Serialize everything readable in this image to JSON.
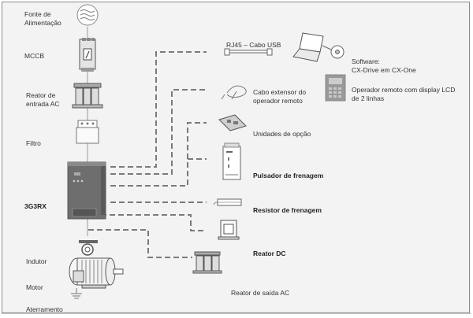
{
  "diagram": {
    "left_chain": [
      {
        "id": "power",
        "label": "Fonte de\nAlimentação",
        "icon": "ac-source-icon"
      },
      {
        "id": "mccb",
        "label": "MCCB",
        "icon": "circuit-breaker-icon"
      },
      {
        "id": "input-reactor",
        "label": "Reator de\nentrada AC",
        "icon": "three-phase-reactor-icon"
      },
      {
        "id": "filter",
        "label": "Filtro",
        "icon": "filter-icon"
      },
      {
        "id": "drive",
        "label": "3G3RX",
        "icon": "inverter-icon",
        "bold": true
      },
      {
        "id": "inductor",
        "label": "Indutor",
        "icon": "inductor-icon"
      },
      {
        "id": "motor",
        "label": "Motor",
        "icon": "motor-icon"
      },
      {
        "id": "ground",
        "label": "Aterramento",
        "icon": "ground-icon"
      }
    ],
    "accessories": [
      {
        "id": "usb-cable",
        "label": "RJ45 – Cabo USB",
        "icon": "usb-cable-icon"
      },
      {
        "id": "software",
        "label": "Software:\nCX-Drive em CX-One",
        "icon": "laptop-icon"
      },
      {
        "id": "remote-operator",
        "label": "Operador remoto com display LCD\nde 2 linhas",
        "icon": "remote-operator-icon"
      },
      {
        "id": "extension-cable",
        "label": "Cabo extensor  do\noperador remoto",
        "icon": "cable-icon"
      },
      {
        "id": "option-units",
        "label": "Unidades de opção",
        "icon": "option-board-icon"
      },
      {
        "id": "braking-unit",
        "label": "Pulsador de frenagem",
        "icon": "braking-unit-icon",
        "bold": true
      },
      {
        "id": "braking-resistor",
        "label": "Resistor de frenagem",
        "icon": "resistor-icon",
        "bold": true
      },
      {
        "id": "dc-reactor",
        "label": "Reator DC",
        "icon": "dc-reactor-icon",
        "bold": true
      },
      {
        "id": "output-reactor",
        "label": "Reator de saída AC",
        "icon": "three-phase-reactor-icon"
      }
    ]
  }
}
